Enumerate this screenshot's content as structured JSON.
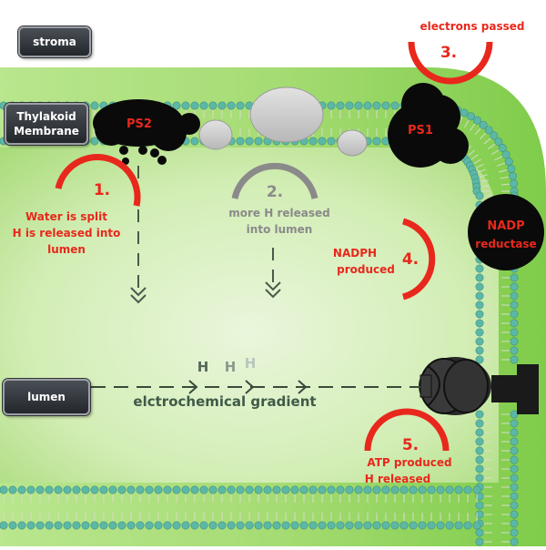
{
  "labels": {
    "stroma": "stroma",
    "thylakoid_line1": "Thylakoid",
    "thylakoid_line2": "Membrane",
    "lumen": "lumen"
  },
  "complexes": {
    "ps2": "PS2",
    "ps1": "PS1",
    "nadp_line1": "NADP",
    "nadp_line2": "reductase"
  },
  "steps": [
    {
      "number": "1.",
      "lines": [
        "Water is split",
        "H is released into",
        "lumen"
      ]
    },
    {
      "number": "2.",
      "lines": [
        "more H released",
        "into lumen"
      ]
    },
    {
      "number": "3.",
      "lines": [
        "electrons passed"
      ]
    },
    {
      "number": "4.",
      "lines": [
        "NADPH",
        "produced"
      ]
    },
    {
      "number": "5.",
      "lines": [
        "ATP produced",
        "H released"
      ]
    }
  ],
  "gradient": {
    "label": "elctrochemical gradient",
    "ions": [
      "H",
      "H",
      "H"
    ]
  },
  "colors": {
    "step_red": "#e8281c",
    "step_gray": "#8a8a8a",
    "lipid_head": "#5cb8a6",
    "membrane_green": "#8ed65a",
    "complex_black": "#0a0a0a"
  }
}
